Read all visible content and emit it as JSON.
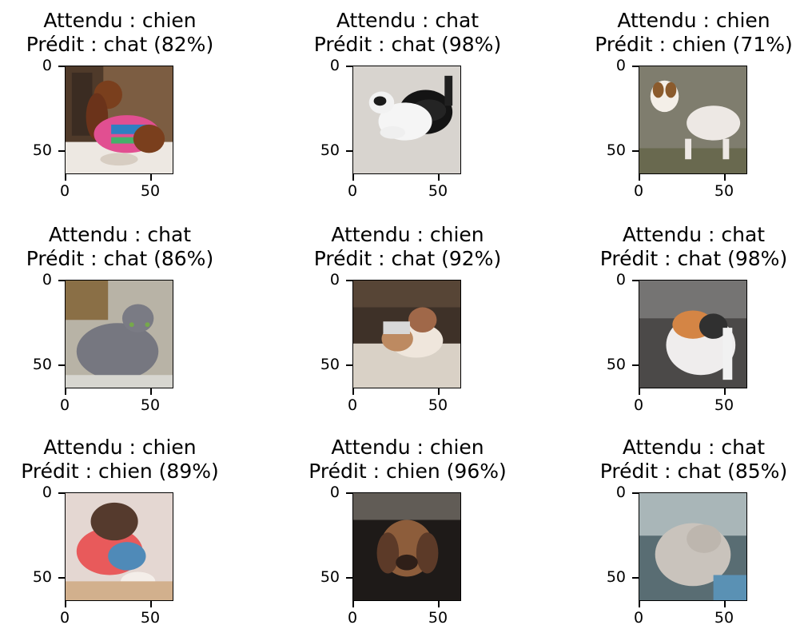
{
  "panels": [
    {
      "expected": "Attendu : chien",
      "predicted": "Prédit : chat (82%)",
      "y_ticks": [
        "0",
        "50"
      ],
      "x_ticks": [
        "0",
        "50"
      ]
    },
    {
      "expected": "Attendu : chat",
      "predicted": "Prédit : chat (98%)",
      "y_ticks": [
        "0",
        "50"
      ],
      "x_ticks": [
        "0",
        "50"
      ]
    },
    {
      "expected": "Attendu : chien",
      "predicted": "Prédit : chien (71%)",
      "y_ticks": [
        "0",
        "50"
      ],
      "x_ticks": [
        "0",
        "50"
      ]
    },
    {
      "expected": "Attendu : chat",
      "predicted": "Prédit : chat (86%)",
      "y_ticks": [
        "0",
        "50"
      ],
      "x_ticks": [
        "0",
        "50"
      ]
    },
    {
      "expected": "Attendu : chien",
      "predicted": "Prédit : chat (92%)",
      "y_ticks": [
        "0",
        "50"
      ],
      "x_ticks": [
        "0",
        "50"
      ]
    },
    {
      "expected": "Attendu : chat",
      "predicted": "Prédit : chat (98%)",
      "y_ticks": [
        "0",
        "50"
      ],
      "x_ticks": [
        "0",
        "50"
      ]
    },
    {
      "expected": "Attendu : chien",
      "predicted": "Prédit : chien (89%)",
      "y_ticks": [
        "0",
        "50"
      ],
      "x_ticks": [
        "0",
        "50"
      ]
    },
    {
      "expected": "Attendu : chien",
      "predicted": "Prédit : chien (96%)",
      "y_ticks": [
        "0",
        "50"
      ],
      "x_ticks": [
        "0",
        "50"
      ]
    },
    {
      "expected": "Attendu : chat",
      "predicted": "Prédit : chat (85%)",
      "y_ticks": [
        "0",
        "50"
      ],
      "x_ticks": [
        "0",
        "50"
      ]
    }
  ]
}
